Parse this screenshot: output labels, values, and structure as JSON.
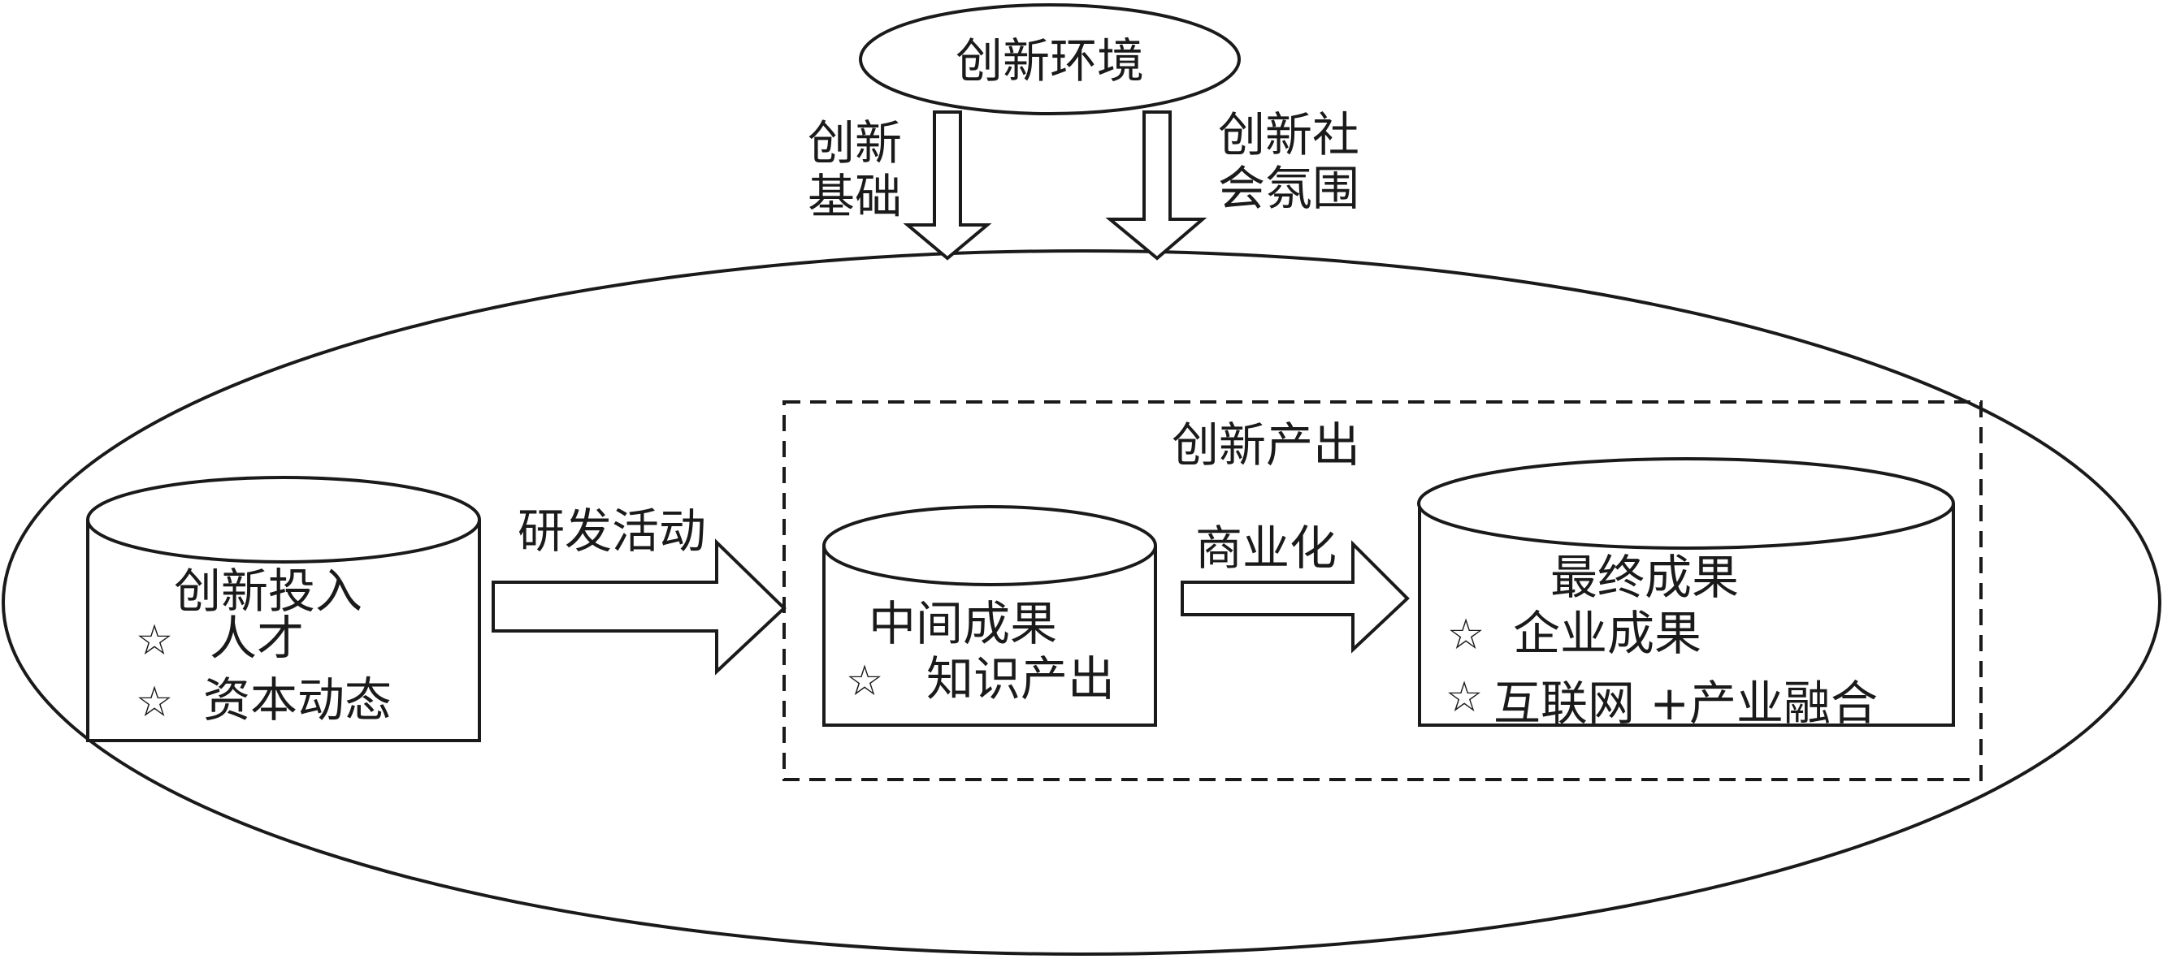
{
  "environment": {
    "title": "创新环境"
  },
  "flows": {
    "foundation": [
      "创新",
      "基础"
    ],
    "atmosphere": [
      "创新社",
      "会氛围"
    ],
    "rnd": "研发活动",
    "commercialization": "商业化"
  },
  "input": {
    "title": "创新投入",
    "items": [
      {
        "mark": "☆",
        "text": "人才"
      },
      {
        "mark": "☆",
        "text": "资本动态"
      }
    ]
  },
  "output": {
    "title": "创新产出",
    "intermediate": {
      "title": "中间成果",
      "items": [
        {
          "mark": "☆",
          "text": "知识产出"
        }
      ]
    },
    "final": {
      "title": "最终成果",
      "items": [
        {
          "mark": "☆",
          "text": "企业成果"
        },
        {
          "mark": "☆",
          "text": "互联网 +产业融合"
        }
      ]
    }
  }
}
